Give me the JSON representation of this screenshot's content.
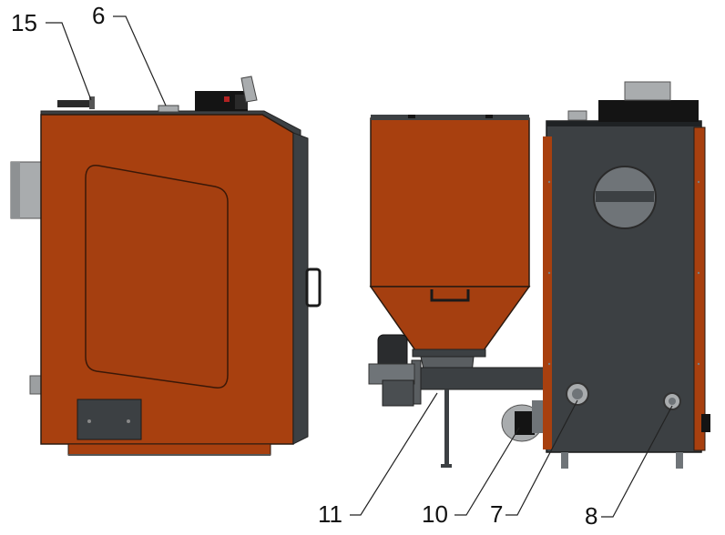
{
  "colors": {
    "boiler_orange": "#a8400f",
    "boiler_orange_light": "#b85a25",
    "dark_grey": "#3c4043",
    "mid_grey": "#6f7478",
    "light_grey": "#a9acae",
    "black": "#141414"
  },
  "callouts": [
    {
      "id": "15",
      "label": "15"
    },
    {
      "id": "6",
      "label": "6"
    },
    {
      "id": "11",
      "label": "11"
    },
    {
      "id": "10",
      "label": "10"
    },
    {
      "id": "7",
      "label": "7"
    },
    {
      "id": "8",
      "label": "8"
    }
  ]
}
